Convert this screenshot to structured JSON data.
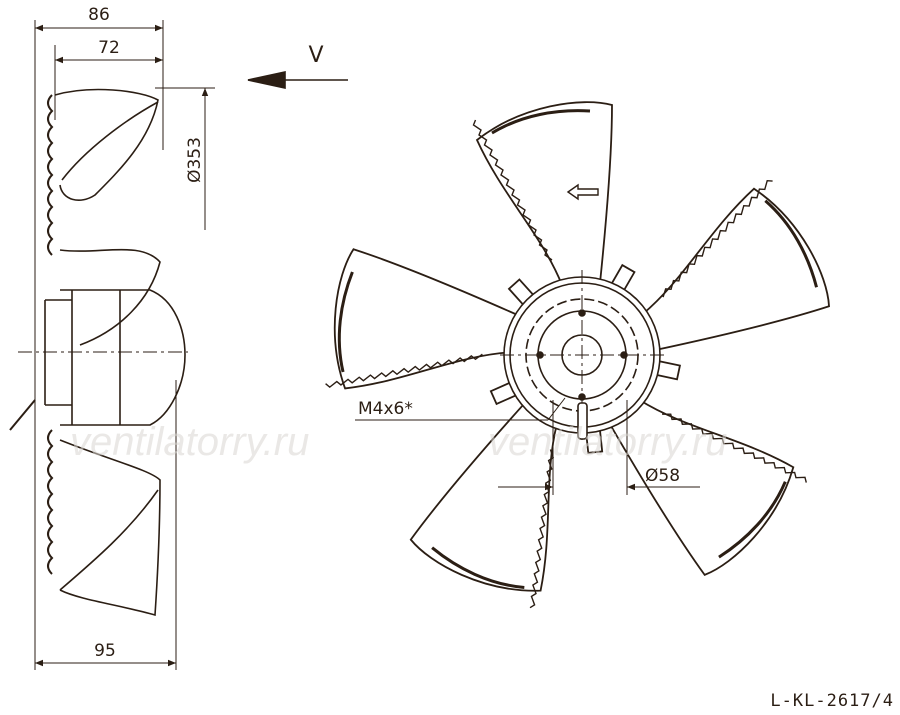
{
  "dimensions": {
    "width_top": "86",
    "width_inner": "72",
    "width_bottom": "95",
    "diameter_side": "Ø353",
    "diameter_hub": "Ø58",
    "mount_holes": "M4x6*"
  },
  "airflow_label": "V",
  "watermark_left": "ventilatorry.ru",
  "watermark_right": "ventilatorry.ru",
  "drawing_number": "L-KL-2617/4",
  "colors": {
    "line": "#2b1e14",
    "fill": "#ffffff",
    "watermark": "#d9d6d2"
  }
}
